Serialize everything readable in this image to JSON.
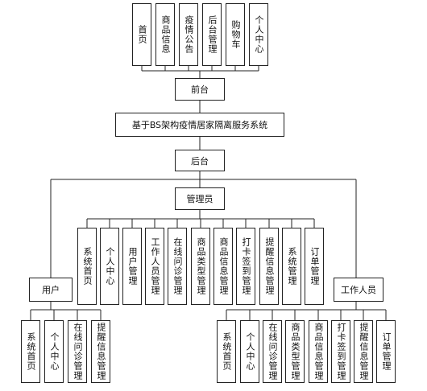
{
  "frontend_modules": [
    "首页",
    "商品信息",
    "疫情公告",
    "后台管理",
    "购物车",
    "个人中心"
  ],
  "frontend": "前台",
  "system": "基于BS架构疫情居家隔离服务系统",
  "backend": "后台",
  "admin": "管理员",
  "admin_modules": [
    "系统首页",
    "个人中心",
    "用户管理",
    "工作人员管理",
    "在线问诊管理",
    "商品类型管理",
    "商品信息管理",
    "打卡签到管理",
    "提醒信息管理",
    "系统管理",
    "订单管理"
  ],
  "user": "用户",
  "user_modules": [
    "系统首页",
    "个人中心",
    "在线问诊管理",
    "提醒信息管理"
  ],
  "staff": "工作人员",
  "staff_modules": [
    "系统首页",
    "个人中心",
    "在线问诊管理",
    "商品类型管理",
    "商品信息管理",
    "打卡签到管理",
    "提醒信息管理",
    "订单管理"
  ]
}
